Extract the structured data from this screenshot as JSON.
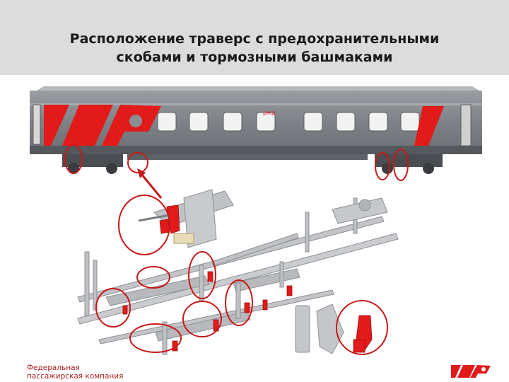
{
  "slide": {
    "title_line1": "Расположение траверс с предохранительными",
    "title_line2": "скобами и тормозными башмаками"
  },
  "footer": {
    "company_line1": "Федеральная",
    "company_line2": "пассажирская компания",
    "logo_text": "РЖД"
  },
  "colors": {
    "accent_red": "#e21a1a",
    "highlight_circle": "#c81818",
    "header_bg": "#dcdcdc",
    "car_body": "#8a8d92"
  },
  "icons": {
    "rzd_logo": "rzd-logo-icon",
    "car_logo": "rzd-car-logo-icon"
  }
}
